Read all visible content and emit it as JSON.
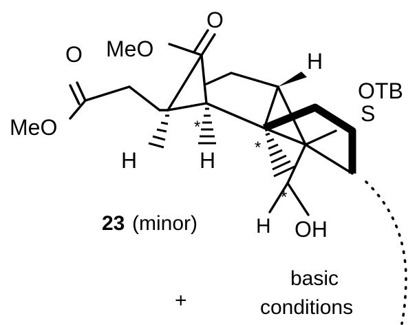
{
  "molecule": {
    "compound_number": "23",
    "compound_note": "(minor)",
    "labels": {
      "meo_top": "MeO",
      "o_carbonyl_top": "O",
      "o_carbonyl_left": "O",
      "meo_left": "MeO",
      "h_top": "H",
      "otbs_top": "OTB",
      "otbs_bottom": "S",
      "h_left": "H",
      "h_center": "H",
      "h_lower": "H",
      "oh": "OH"
    },
    "stereo_marks": {
      "star_1": "*",
      "star_2": "*",
      "star_3": "*"
    }
  },
  "scheme": {
    "plus": "+",
    "condition_line_1": "basic",
    "condition_line_2": "conditions"
  }
}
